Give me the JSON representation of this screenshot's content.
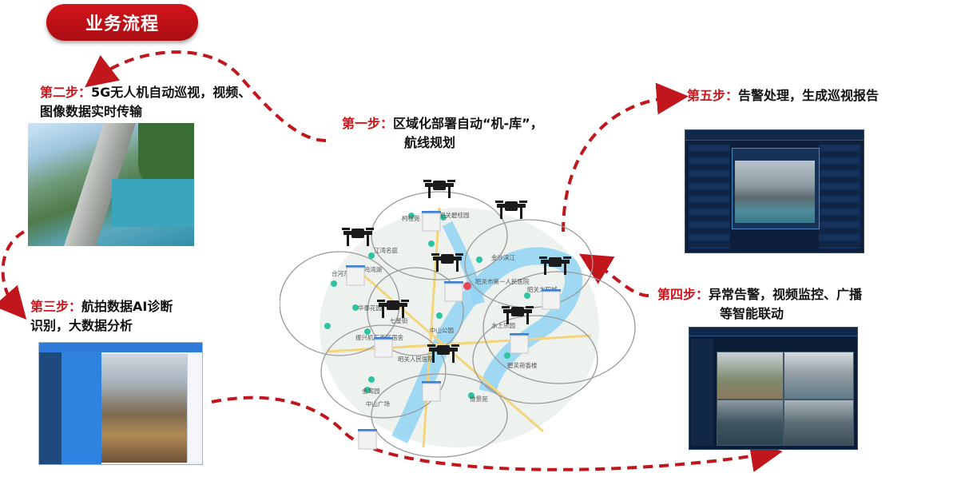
{
  "header": {
    "title": "业务流程"
  },
  "steps": {
    "one": {
      "label": "第一步：",
      "line1": "区域化部署自动“机-库”，",
      "line2": "航线规划"
    },
    "two": {
      "label": "第二步：",
      "line1": "5G无人机自动巡视，视频、",
      "line2": "图像数据实时传输"
    },
    "three": {
      "label": "第三步：",
      "line1": "航拍数据AI诊断",
      "line2": "识别，大数据分析"
    },
    "four": {
      "label": "第四步：",
      "line1": "异常告警，视频监控、广播",
      "line2": "等智能联动"
    },
    "five": {
      "label": "第五步：",
      "line1": "告警处理，生成巡视报告"
    }
  },
  "map": {
    "labels": [
      "柯桂苑",
      "昭关碧桂园",
      "江湾名庭",
      "金沙滨江",
      "合河东路",
      "鹊鸣湾湖",
      "昭关市第一人民医院",
      "华泰花园",
      "中山公园",
      "昭关太阳城",
      "水上乐园",
      "振兴机厂西区宿舍",
      "碧芙荷香楼",
      "金鸾园",
      "七星街",
      "中山广场",
      "昭关人民医院",
      "维景苑"
    ]
  },
  "colors": {
    "accent": "#d0151c",
    "arrow": "#c0161c"
  }
}
